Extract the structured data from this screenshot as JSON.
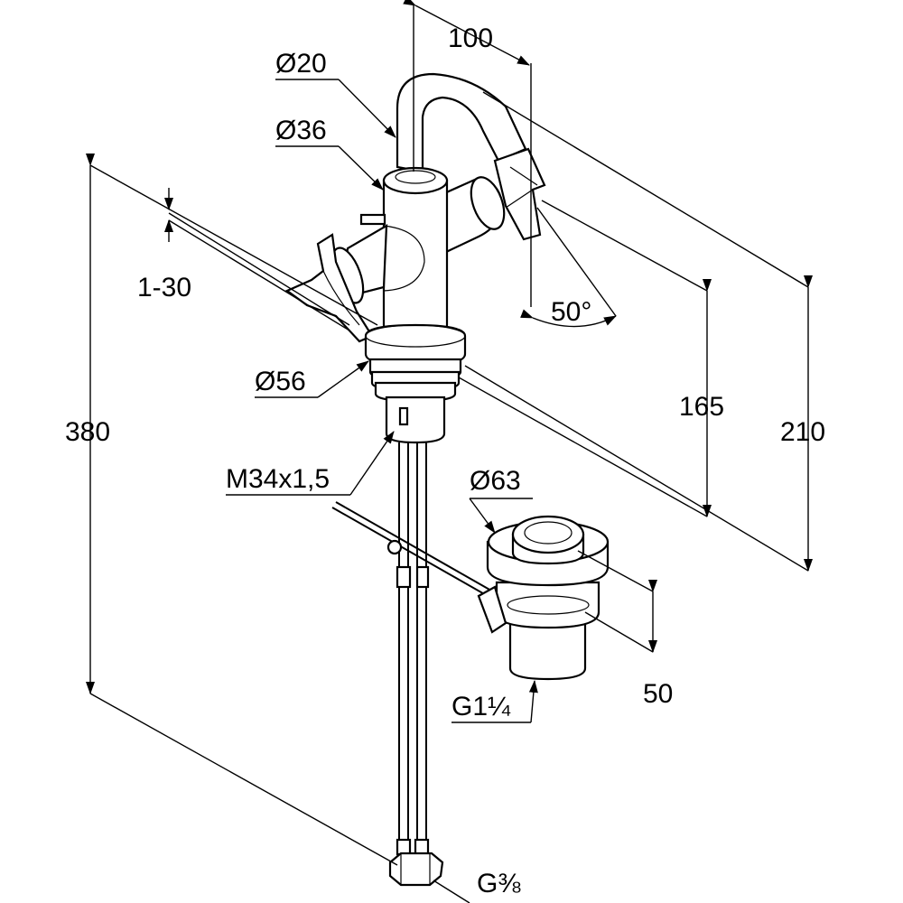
{
  "dimensions": {
    "spout_reach": "100",
    "spout_diameter": "Ø20",
    "body_diameter": "Ø36",
    "handle_adjust": "1-30",
    "base_diameter": "Ø56",
    "overall_height": "380",
    "thread": "M34x1,5",
    "swivel_angle": "50°",
    "height_165": "165",
    "height_210": "210",
    "waste_diameter": "Ø63",
    "waste_height": "50",
    "waste_thread": "G1¼",
    "hose_thread": "G⅜"
  }
}
